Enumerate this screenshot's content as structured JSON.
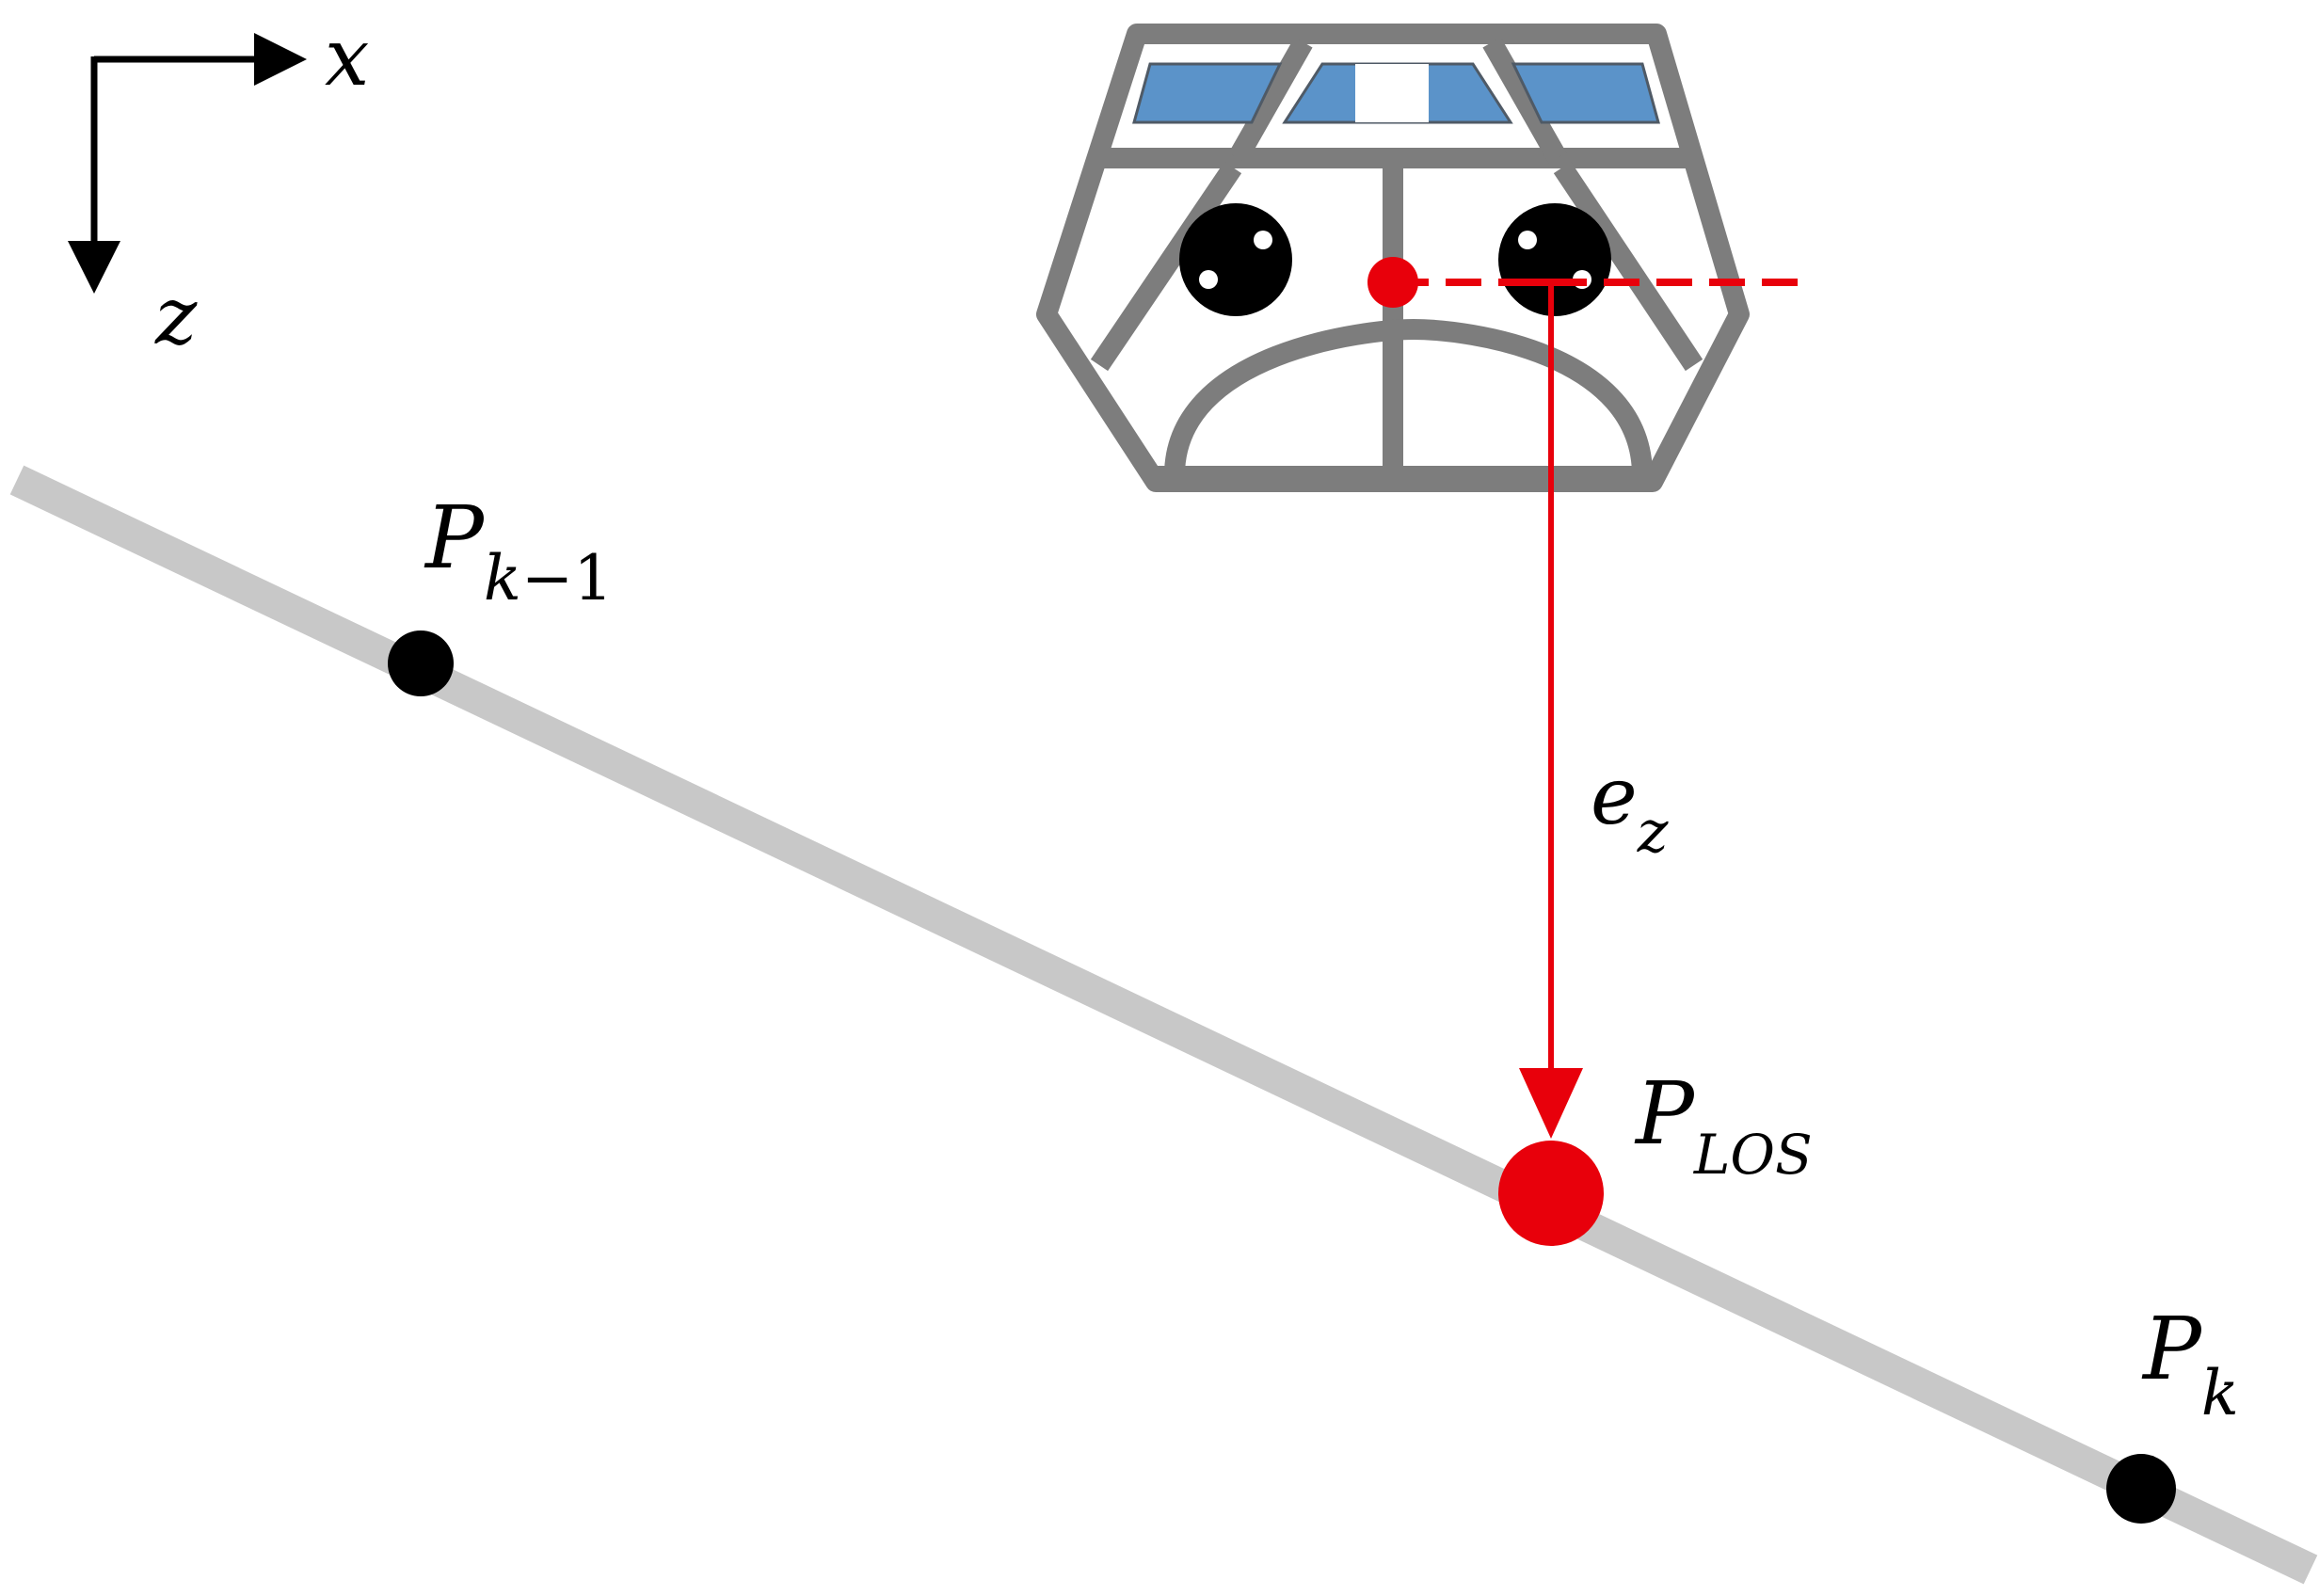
{
  "axes": {
    "x_label": "x",
    "z_label": "z"
  },
  "points": {
    "prev": {
      "base": "P",
      "sub_var": "k",
      "sub_rest": "−1"
    },
    "los": {
      "base": "P",
      "sub": "LOS"
    },
    "next": {
      "base": "P",
      "sub": "k"
    }
  },
  "error": {
    "base": "e",
    "sub": "z"
  },
  "colors": {
    "path": "#c8c8c8",
    "vehicle_frame": "#7d7d7d",
    "vehicle_window": "#5b93c9",
    "highlight": "#e8000b",
    "point": "#000000"
  }
}
